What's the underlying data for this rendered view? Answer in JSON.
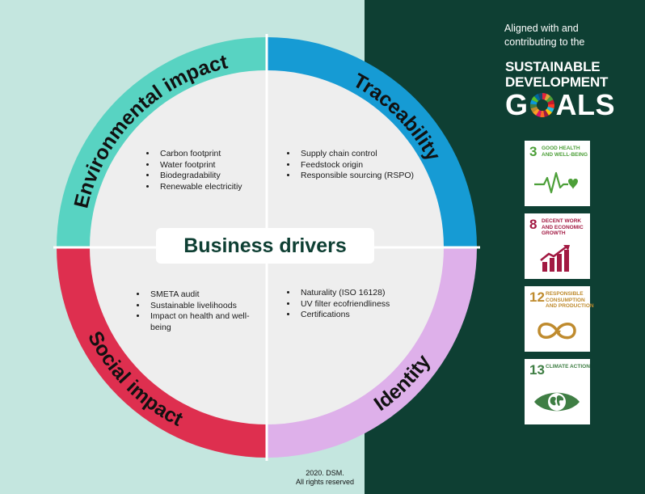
{
  "quadrants": {
    "environmental": {
      "title": "Environmental impact",
      "color": "#58d3c2",
      "items": [
        "Carbon footprint",
        "Water footprint",
        "Biodegradability",
        "Renewable electricitiy"
      ]
    },
    "traceability": {
      "title": "Traceability",
      "color": "#169bd4",
      "items": [
        "Supply chain control",
        "Feedstock origin",
        "Responsible sourcing (RSPO)"
      ]
    },
    "social": {
      "title": "Social impact",
      "color": "#de2f4f",
      "items": [
        "SMETA audit",
        "Sustainable livelihoods",
        "Impact on health and well-being"
      ]
    },
    "identity": {
      "title": "Identity",
      "color": "#deb0ea",
      "items": [
        "Naturality (ISO 16128)",
        "UV filter ecofriendliness",
        "Certifications"
      ]
    }
  },
  "center_label": "Business drivers",
  "copyright": {
    "line1": "2020. DSM.",
    "line2": "All rights reserved"
  },
  "sdg": {
    "aligned_line1": "Aligned with and",
    "aligned_line2": "contributing to the",
    "logo_line1": "SUSTAINABLE",
    "logo_line2": "DEVELOPMENT",
    "logo_line3_pre": "G",
    "logo_line3_post": "ALS",
    "goals": [
      {
        "number": "3",
        "title": "GOOD HEALTH AND WELL-BEING",
        "color": "#4c9f38",
        "icon": "heartbeat-icon"
      },
      {
        "number": "8",
        "title": "DECENT WORK AND ECONOMIC GROWTH",
        "color": "#a21942",
        "icon": "growth-chart-icon"
      },
      {
        "number": "12",
        "title": "RESPONSIBLE CONSUMPTION AND PRODUCTION",
        "color": "#bf8b2e",
        "icon": "infinity-loop-icon"
      },
      {
        "number": "13",
        "title": "CLIMATE ACTION",
        "color": "#3f7e44",
        "icon": "globe-eye-icon"
      }
    ]
  }
}
